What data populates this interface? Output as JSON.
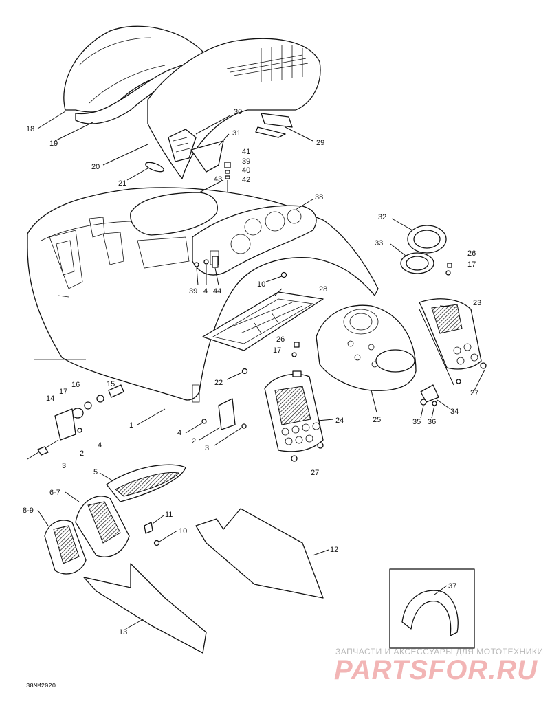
{
  "diagram": {
    "part_labels": [
      {
        "id": "l18",
        "text": "18"
      },
      {
        "id": "l19",
        "text": "19"
      },
      {
        "id": "l20",
        "text": "20"
      },
      {
        "id": "l21",
        "text": "21"
      },
      {
        "id": "l30",
        "text": "30"
      },
      {
        "id": "l31",
        "text": "31"
      },
      {
        "id": "l29",
        "text": "29"
      },
      {
        "id": "l41",
        "text": "41"
      },
      {
        "id": "l39a",
        "text": "39"
      },
      {
        "id": "l40",
        "text": "40"
      },
      {
        "id": "l42",
        "text": "42"
      },
      {
        "id": "l43",
        "text": "43"
      },
      {
        "id": "l38",
        "text": "38"
      },
      {
        "id": "l32",
        "text": "32"
      },
      {
        "id": "l33",
        "text": "33"
      },
      {
        "id": "l26a",
        "text": "26"
      },
      {
        "id": "l17a",
        "text": "17"
      },
      {
        "id": "l23",
        "text": "23"
      },
      {
        "id": "l39b",
        "text": "39"
      },
      {
        "id": "l4a",
        "text": "4"
      },
      {
        "id": "l44",
        "text": "44"
      },
      {
        "id": "l10a",
        "text": "10"
      },
      {
        "id": "l28",
        "text": "28"
      },
      {
        "id": "l26b",
        "text": "26"
      },
      {
        "id": "l17b",
        "text": "17"
      },
      {
        "id": "l22",
        "text": "22"
      },
      {
        "id": "l15",
        "text": "15"
      },
      {
        "id": "l16",
        "text": "16"
      },
      {
        "id": "l17c",
        "text": "17"
      },
      {
        "id": "l14",
        "text": "14"
      },
      {
        "id": "l1",
        "text": "1"
      },
      {
        "id": "l4b",
        "text": "4"
      },
      {
        "id": "l2a",
        "text": "2"
      },
      {
        "id": "l3a",
        "text": "3"
      },
      {
        "id": "l4c",
        "text": "4"
      },
      {
        "id": "l2b",
        "text": "2"
      },
      {
        "id": "l3b",
        "text": "3"
      },
      {
        "id": "l24",
        "text": "24"
      },
      {
        "id": "l25",
        "text": "25"
      },
      {
        "id": "l27a",
        "text": "27"
      },
      {
        "id": "l27b",
        "text": "27"
      },
      {
        "id": "l34",
        "text": "34"
      },
      {
        "id": "l35",
        "text": "35"
      },
      {
        "id": "l36",
        "text": "36"
      },
      {
        "id": "l5",
        "text": "5"
      },
      {
        "id": "l67",
        "text": "6-7"
      },
      {
        "id": "l89",
        "text": "8-9"
      },
      {
        "id": "l11",
        "text": "11"
      },
      {
        "id": "l10b",
        "text": "10"
      },
      {
        "id": "l12",
        "text": "12"
      },
      {
        "id": "l13",
        "text": "13"
      },
      {
        "id": "l37",
        "text": "37"
      }
    ],
    "drawing_code": "38MM2020",
    "watermark": {
      "tagline": "ЗАПЧАСТИ И АКСЕССУАРЫ ДЛЯ МОТОТЕХНИКИ",
      "brand": "PARTSFOR.RU"
    },
    "colors": {
      "line": "#111111",
      "watermark_text": "#b8b8b8",
      "watermark_brand": "#f2b5b5"
    }
  }
}
